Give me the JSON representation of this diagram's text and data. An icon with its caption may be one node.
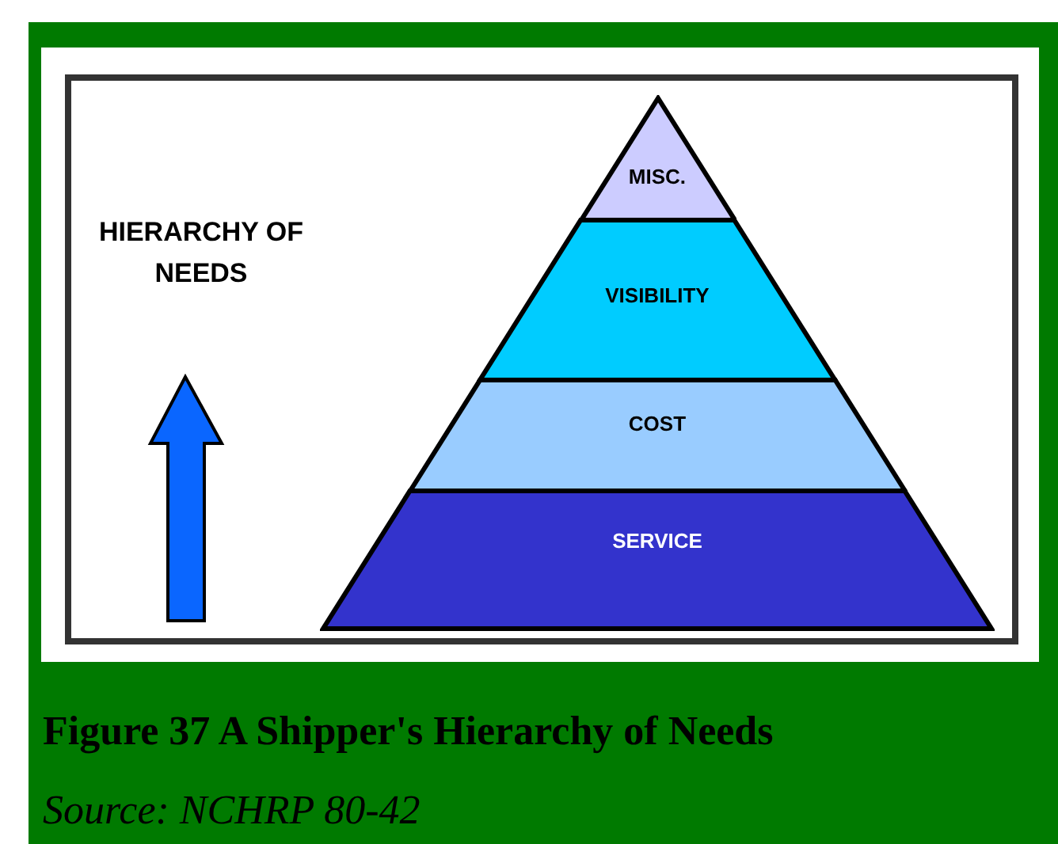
{
  "diagram": {
    "caption": "Figure 37 A Shipper's Hierarchy of Needs",
    "nodes": [
      {
        "text": [
          "MISC."
        ]
      },
      {
        "text": [
          "VISIBILITY"
        ]
      },
      {
        "text": [
          "COST"
        ]
      },
      {
        "text": [
          "SERVICE"
        ]
      }
    ],
    "labels": [
      "HIERARCHY OF NEEDS",
      "Source: NCHRP 80-42"
    ]
  }
}
